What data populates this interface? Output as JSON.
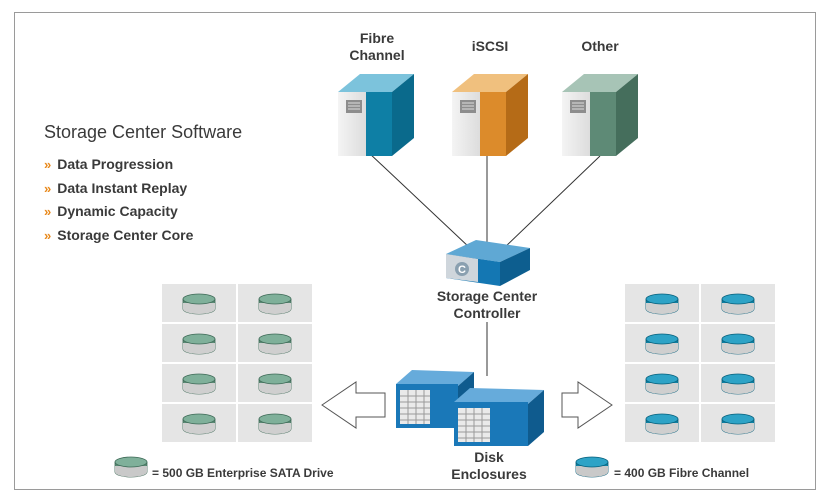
{
  "software": {
    "title": "Storage Center Software",
    "bullet_marker": "»",
    "features": [
      "Data Progression",
      "Data Instant Replay",
      "Dynamic Capacity",
      "Storage Center Core"
    ]
  },
  "servers": [
    {
      "label_line1": "Fibre",
      "label_line2": "Channel",
      "color": "#0e7fa5"
    },
    {
      "label_line1": "iSCSI",
      "label_line2": "",
      "color": "#dc8b2b"
    },
    {
      "label_line1": "Other",
      "label_line2": "",
      "color": "#5e8a76"
    }
  ],
  "controller": {
    "label_line1": "Storage Center",
    "label_line2": "Controller",
    "badge": "C",
    "color": "#1477b3"
  },
  "enclosures": {
    "label_line1": "Disk",
    "label_line2": "Enclosures"
  },
  "legend": {
    "sata": {
      "text": "= 500 GB Enterprise SATA Drive",
      "color": "#5b8c76"
    },
    "fc": {
      "text": "= 400 GB Fibre Channel",
      "color": "#0e85a8"
    }
  },
  "colors": {
    "accent": "#e8891c",
    "grid_bg": "#e5e5e5",
    "line": "#333333"
  }
}
